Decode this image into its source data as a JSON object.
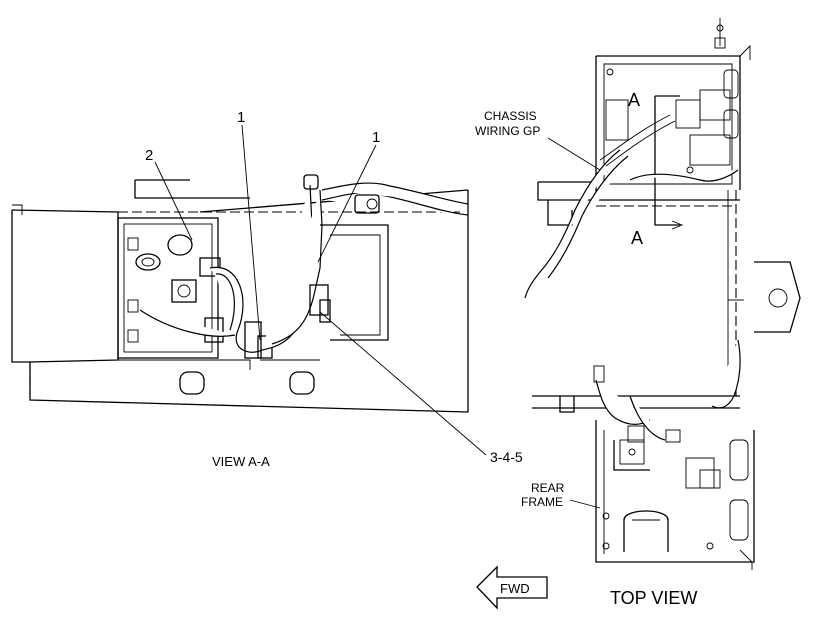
{
  "view_a": {
    "title": "VIEW  A-A",
    "callouts": [
      "1",
      "1",
      "2",
      "3-4-5"
    ]
  },
  "top_view": {
    "title": "TOP VIEW",
    "section_marks": [
      "A",
      "A"
    ],
    "chassis_label_line1": "CHASSIS",
    "chassis_label_line2": "WIRING GP",
    "rear_label_line1": "REAR",
    "rear_label_line2": "FRAME"
  },
  "fwd_arrow": "FWD"
}
